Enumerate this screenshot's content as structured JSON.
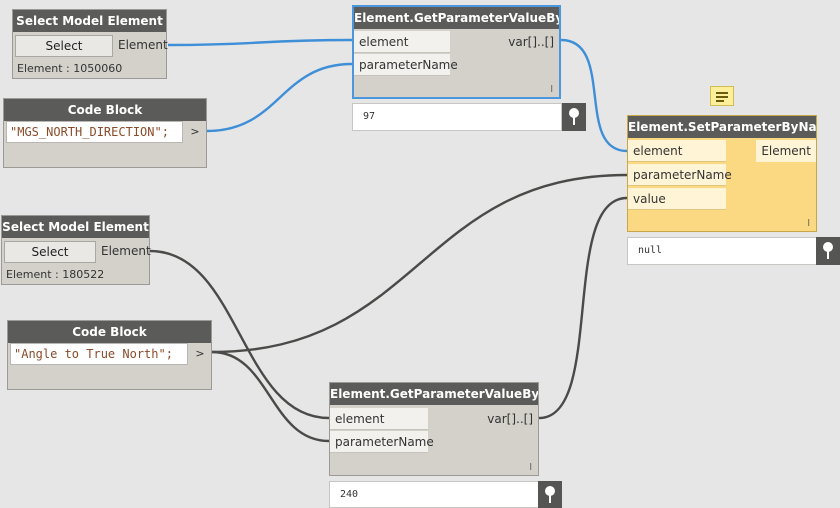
{
  "nodes": {
    "select1": {
      "title": "Select Model Element",
      "button": "Select",
      "output": "Element",
      "element_label": "Element : 1050060"
    },
    "code1": {
      "title": "Code Block",
      "code": "\"MGS_NORTH_DIRECTION\";",
      "output": ">"
    },
    "getparam1": {
      "title": "Element.GetParameterValueByName",
      "inputs": [
        "element",
        "parameterName"
      ],
      "output": "var[]..[]",
      "lacing": "l",
      "preview": "97"
    },
    "setparam": {
      "title": "Element.SetParameterByName",
      "inputs": [
        "element",
        "parameterName",
        "value"
      ],
      "output": "Element",
      "lacing": "l",
      "preview": "null"
    },
    "select2": {
      "title": "Select Model Element",
      "button": "Select",
      "output": "Element",
      "element_label": "Element : 180522"
    },
    "code2": {
      "title": "Code Block",
      "code": "\"Angle to True North\";",
      "output": ">"
    },
    "getparam2": {
      "title": "Element.GetParameterValueByName",
      "inputs": [
        "element",
        "parameterName"
      ],
      "output": "var[]..[]",
      "lacing": "l",
      "preview": "240"
    }
  },
  "icons": {
    "pin": "pin-icon",
    "warning": "message-icon"
  },
  "colors": {
    "wire_selected": "#3f8ed8",
    "wire": "#4a4a48",
    "warning_node": "#fbd983",
    "header": "#5b5b59"
  }
}
